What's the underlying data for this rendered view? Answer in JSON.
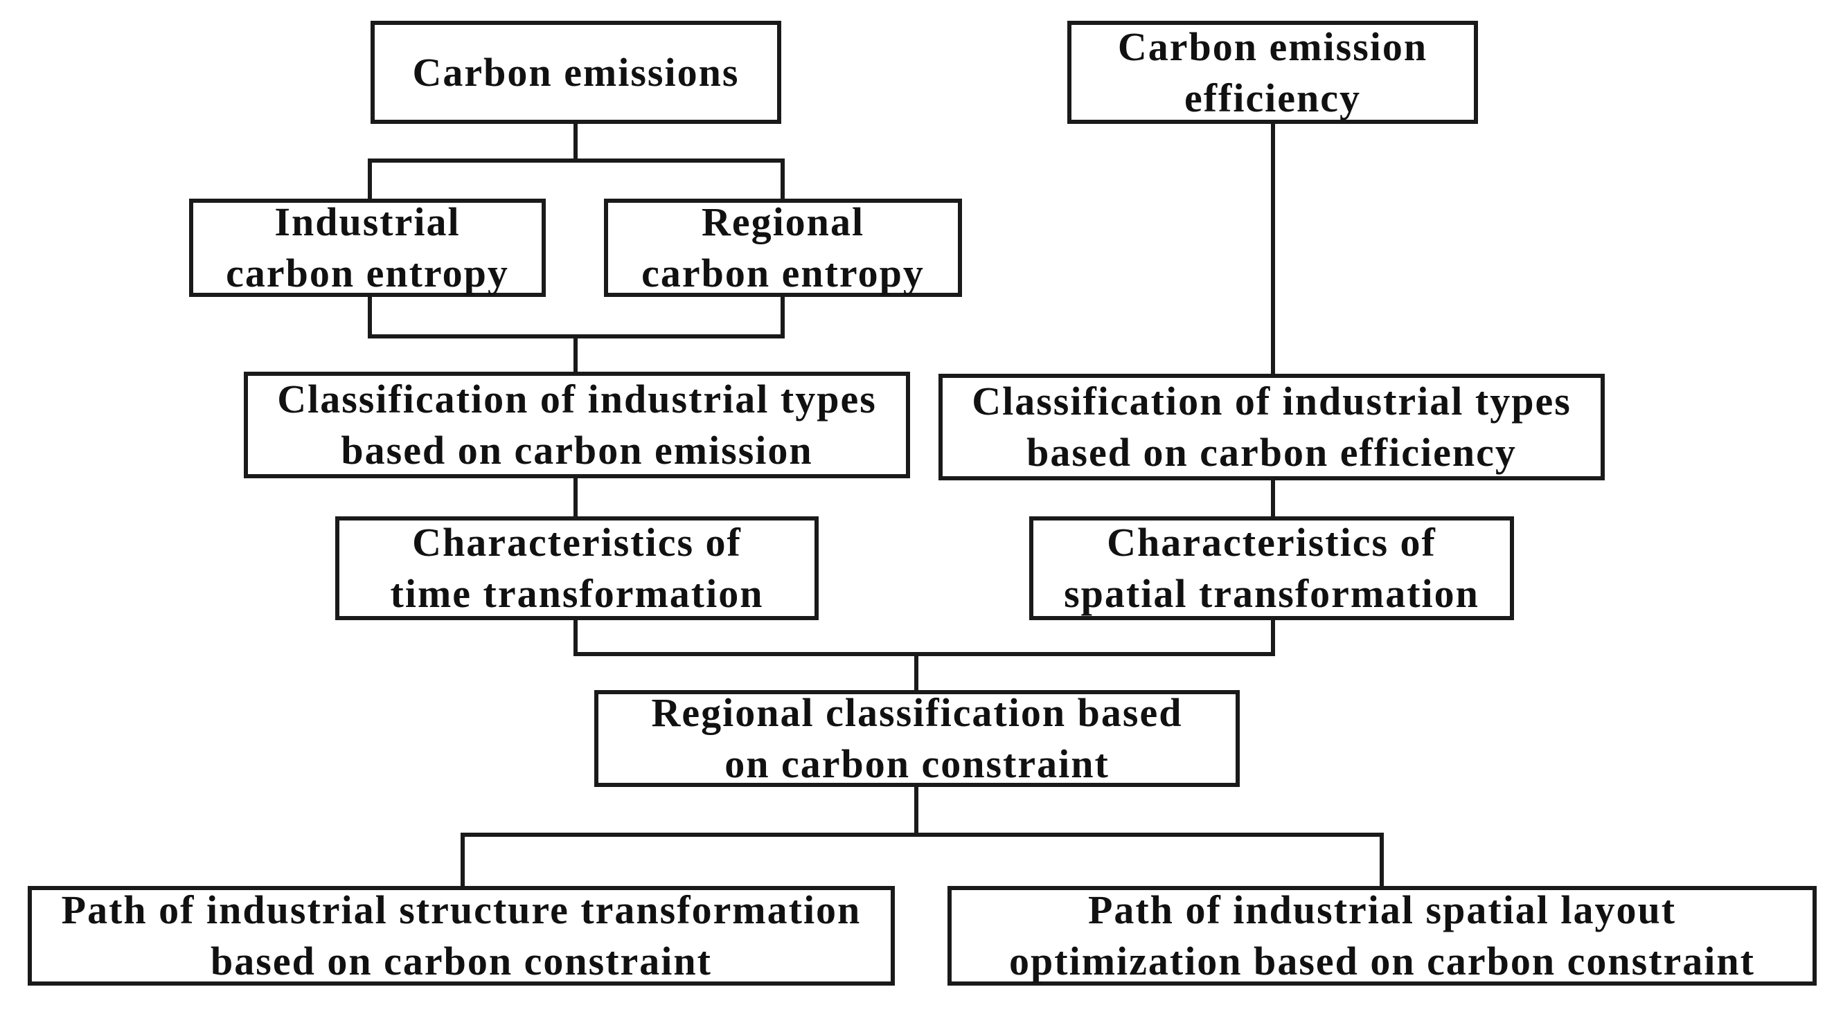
{
  "diagram": {
    "carbon_emissions": {
      "lines": [
        "Carbon emissions"
      ]
    },
    "carbon_emission_efficiency": {
      "lines": [
        "Carbon emission",
        "efficiency"
      ]
    },
    "industrial_carbon_entropy": {
      "lines": [
        "Industrial",
        "carbon entropy"
      ]
    },
    "regional_carbon_entropy": {
      "lines": [
        "Regional",
        "carbon entropy"
      ]
    },
    "classification_emission": {
      "lines": [
        "Classification of industrial types",
        "based on carbon emission"
      ]
    },
    "classification_efficiency": {
      "lines": [
        "Classification of industrial types",
        "based on carbon efficiency"
      ]
    },
    "time_transformation": {
      "lines": [
        "Characteristics of",
        "time transformation"
      ]
    },
    "spatial_transformation": {
      "lines": [
        "Characteristics of",
        "spatial transformation"
      ]
    },
    "regional_classification": {
      "lines": [
        "Regional classification based",
        "on carbon constraint"
      ]
    },
    "path_structure": {
      "lines": [
        "Path of industrial structure transformation",
        "based on carbon constraint"
      ]
    },
    "path_layout": {
      "lines": [
        "Path of industrial spatial layout",
        "optimization based on carbon constraint"
      ]
    }
  },
  "colors": {
    "stroke": "#1a1a1a",
    "text": "#111111",
    "background": "#ffffff"
  }
}
